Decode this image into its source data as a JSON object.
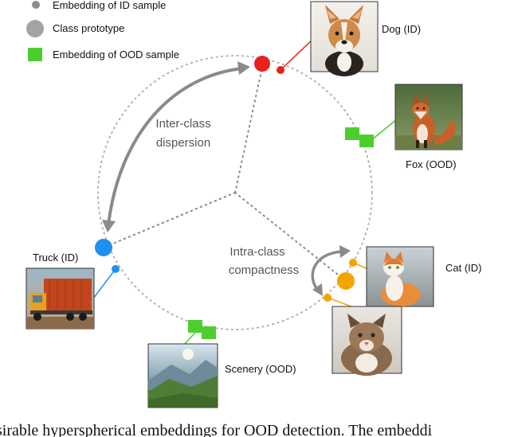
{
  "legend": {
    "id_sample": "Embedding of ID sample",
    "prototype": "Class prototype",
    "ood_sample": "Embedding of OOD sample"
  },
  "annotations": {
    "inter_line1": "Inter-class",
    "inter_line2": "dispersion",
    "intra_line1": "Intra-class",
    "intra_line2": "compactness"
  },
  "labels": {
    "dog": "Dog (ID)",
    "fox": "Fox (OOD)",
    "truck": "Truck (ID)",
    "cat": "Cat (ID)",
    "scenery": "Scenery (OOD)"
  },
  "caption": "sirable hyperspherical embeddings for OOD detection. The embeddi",
  "colors": {
    "dog": "#e8211d",
    "truck": "#1e90f0",
    "cat": "#f5a300",
    "ood": "#4ccf2e",
    "id_sample_legend": "#8c8c8c",
    "prototype_legend": "#a3a3a3",
    "circle": "#b4b4b4",
    "arrow": "#8a8a8a"
  }
}
